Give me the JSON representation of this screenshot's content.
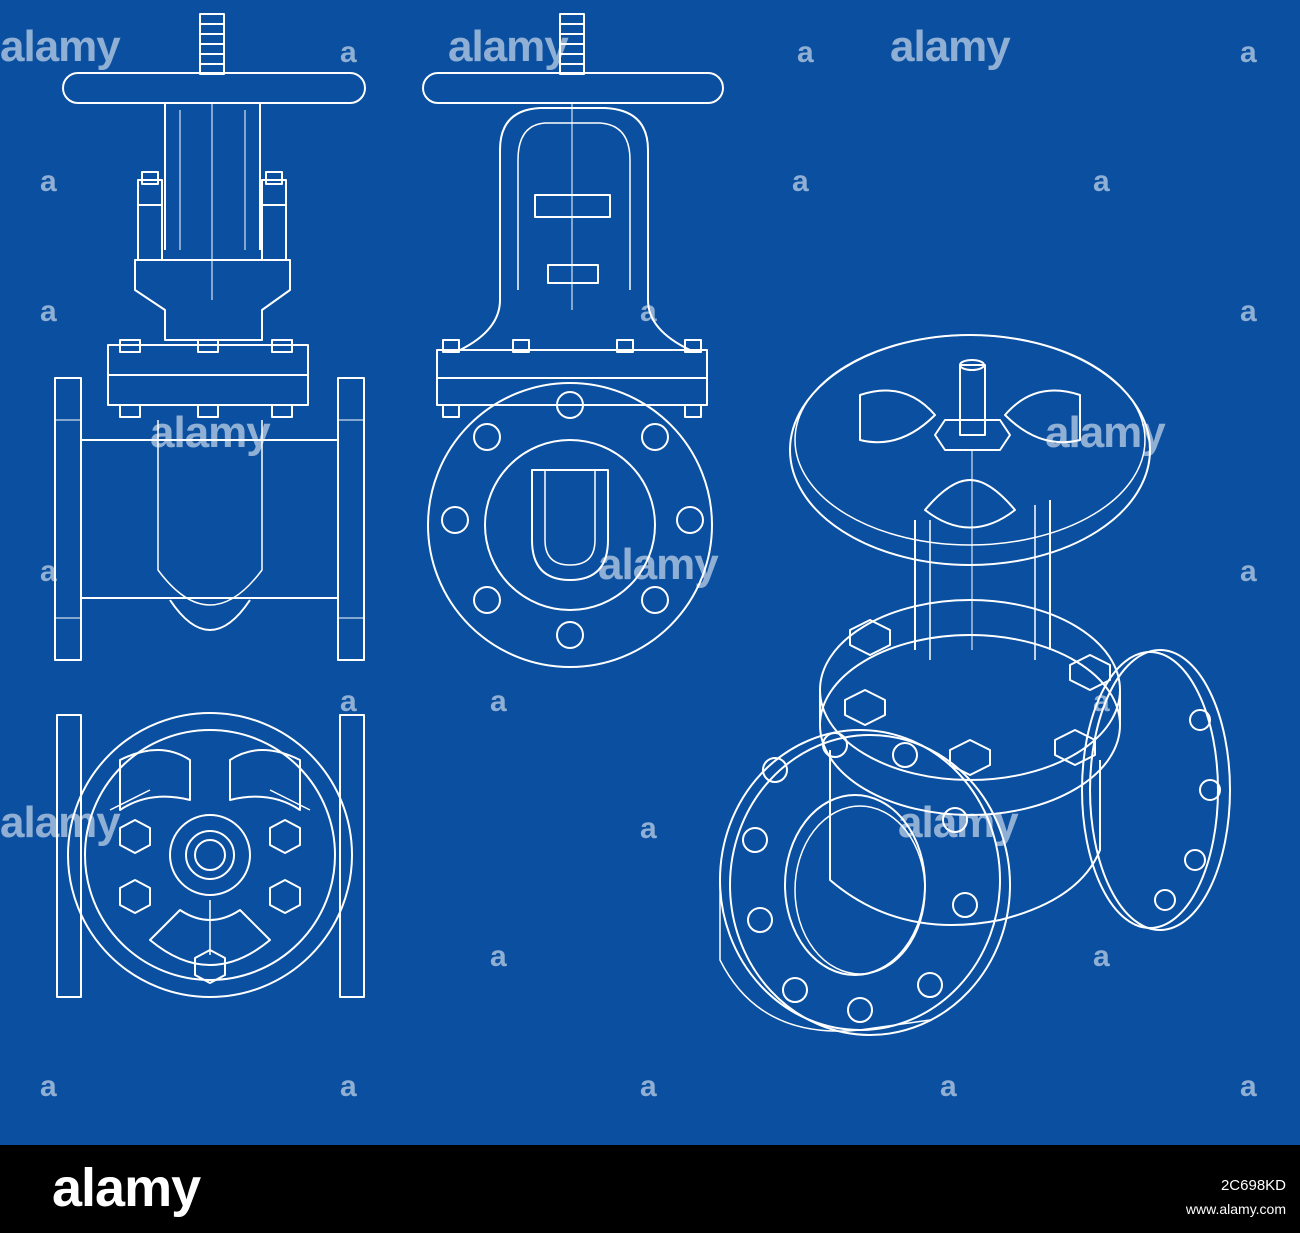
{
  "watermark": {
    "word": "alamy",
    "mark": "a"
  },
  "footer": {
    "logo": "alamy",
    "image_id": "2C698KD",
    "site": "www.alamy.com"
  },
  "colors": {
    "blueprint_background": "#0a4fa0",
    "line": "#ffffff",
    "footer_background": "#000000"
  }
}
